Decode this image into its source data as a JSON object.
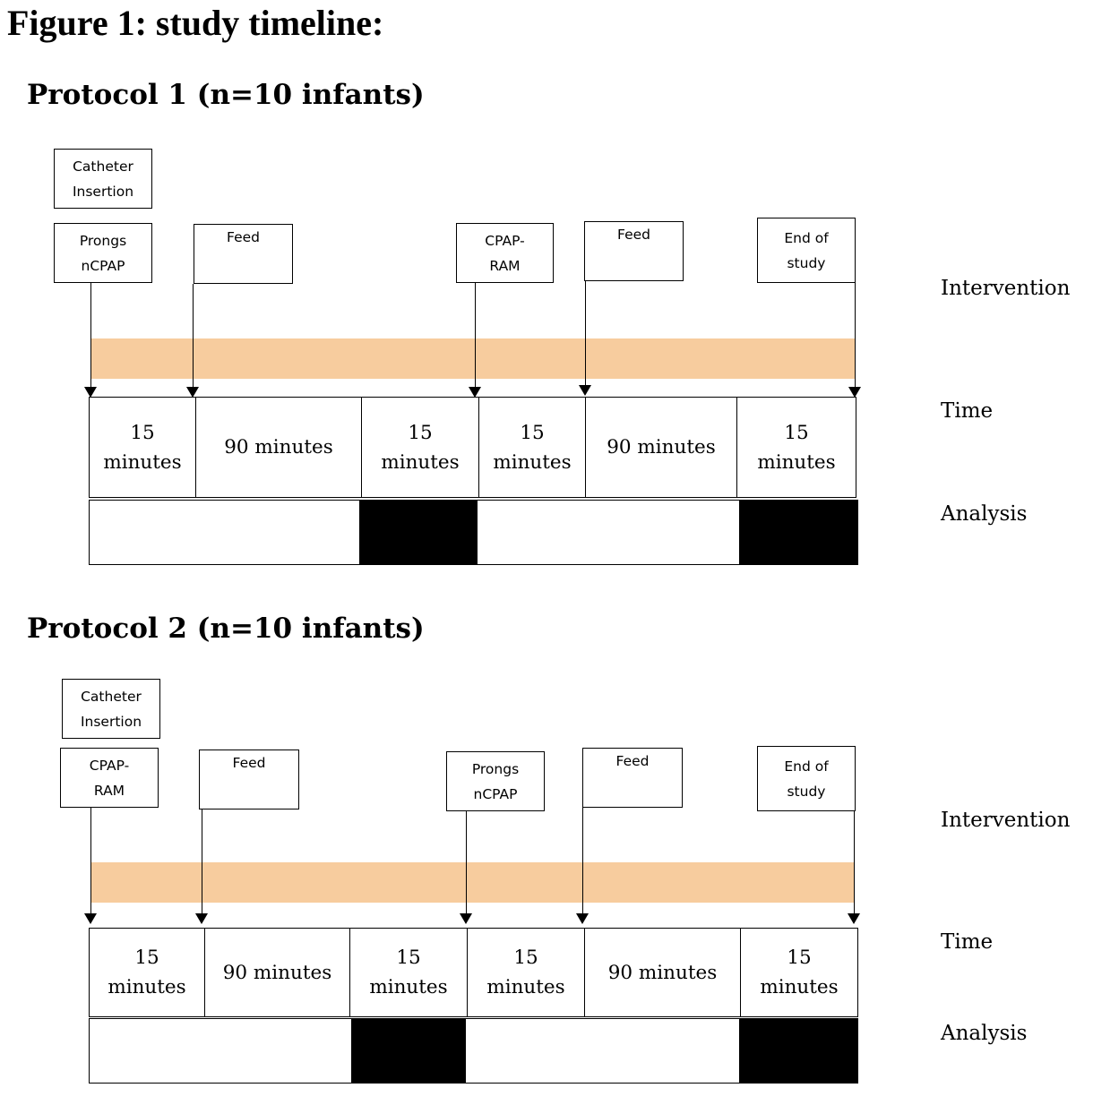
{
  "figure_title": "Figure 1: study timeline:",
  "row_labels": {
    "intervention": "Intervention",
    "time": "Time",
    "analysis": "Analysis"
  },
  "colors": {
    "band": "#f7cc9e",
    "analysis_window": "#000000"
  },
  "protocols": [
    {
      "title": "Protocol 1 (n=10 infants)",
      "interventions": [
        "Catheter\nInsertion",
        "Prongs\nnCPAP",
        "Feed",
        "CPAP-\nRAM",
        "Feed",
        "End of\nstudy"
      ],
      "time_segments": [
        "15\nminutes",
        "90 minutes",
        "15\nminutes",
        "15\nminutes",
        "90 minutes",
        "15\nminutes"
      ],
      "analysis_segments": [
        false,
        false,
        true,
        false,
        false,
        true
      ]
    },
    {
      "title": "Protocol 2 (n=10 infants)",
      "interventions": [
        "Catheter\nInsertion",
        "CPAP-\nRAM",
        "Feed",
        "Prongs\nnCPAP",
        "Feed",
        "End of\nstudy"
      ],
      "time_segments": [
        "15\nminutes",
        "90 minutes",
        "15\nminutes",
        "15\nminutes",
        "90 minutes",
        "15\nminutes"
      ],
      "analysis_segments": [
        false,
        false,
        true,
        false,
        false,
        true
      ]
    }
  ]
}
